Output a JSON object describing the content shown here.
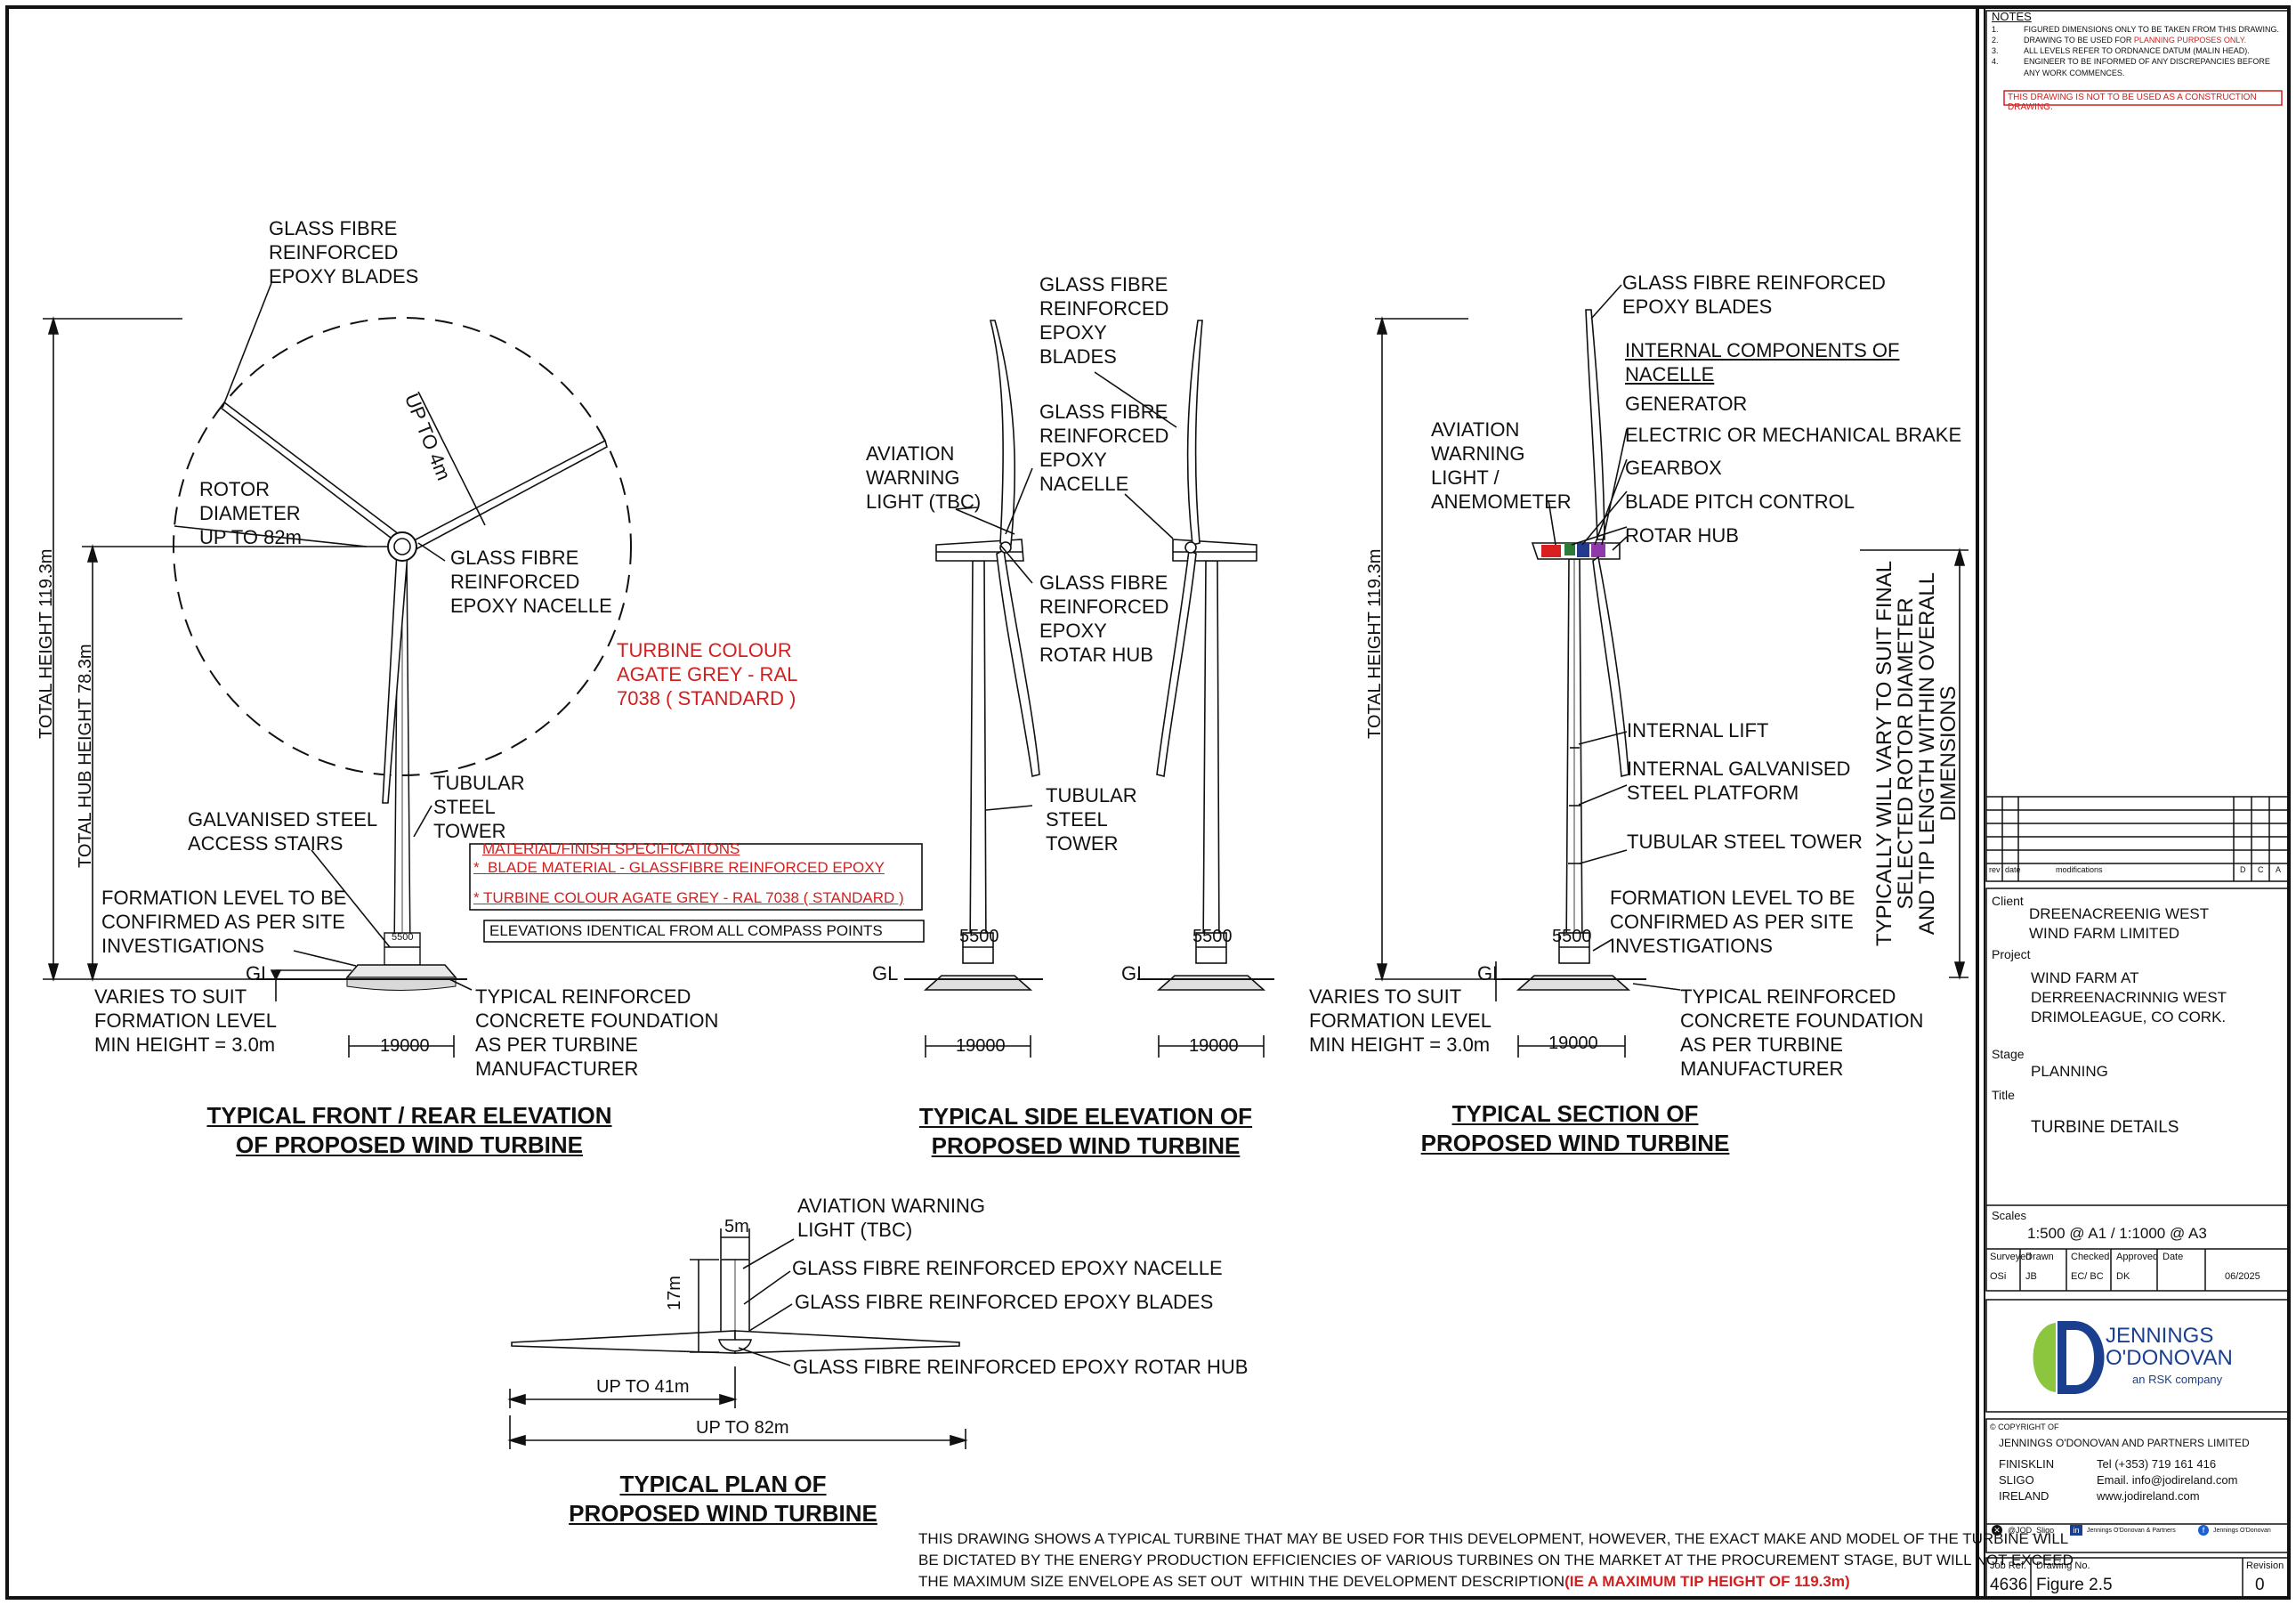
{
  "colors": {
    "line": "#111111",
    "annotation_red": "#d21f1f",
    "logo_blue": "#1b3f8f",
    "logo_green": "#8cc63f"
  },
  "front_view": {
    "title_line1": "TYPICAL FRONT / REAR ELEVATION",
    "title_line2": "OF PROPOSED WIND TURBINE",
    "blades_label": "GLASS FIBRE\nREINFORCED\nEPOXY BLADES",
    "rotor_diameter": "ROTOR\nDIAMETER\nUP TO 82m",
    "up_to_4m": "UP TO 4m",
    "nacelle_label": "GLASS FIBRE\nREINFORCED\nEPOXY NACELLE",
    "turbine_colour": "TURBINE COLOUR\nAGATE GREY - RAL\n7038 ( STANDARD )",
    "tower_label": "TUBULAR\nSTEEL\nTOWER",
    "stairs_label": "GALVANISED STEEL\nACCESS STAIRS",
    "formation_label": "FORMATION LEVEL TO BE\nCONFIRMED AS PER SITE\nINVESTIGATIONS",
    "gl": "GL",
    "varies_label": "VARIES TO SUIT\nFORMATION LEVEL\nMIN HEIGHT = 3.0m",
    "foundation_label": "TYPICAL REINFORCED\nCONCRETE FOUNDATION\nAS PER TURBINE\nMANUFACTURER",
    "dim_5500": "5500",
    "dim_19000": "19000",
    "total_height": "TOTAL HEIGHT 119.3m",
    "hub_height": "TOTAL HUB HEIGHT 78.3m"
  },
  "spec_box": {
    "line1": "MATERIAL/FINISH SPECIFICATIONS",
    "line2": "*  BLADE MATERIAL - GLASSFIBRE REINFORCED EPOXY",
    "line3": "* TURBINE COLOUR AGATE GREY - RAL 7038 ( STANDARD )",
    "elevations": "ELEVATIONS IDENTICAL FROM ALL COMPASS POINTS"
  },
  "side_view": {
    "title_line1": "TYPICAL SIDE ELEVATION OF",
    "title_line2": "PROPOSED WIND TURBINE",
    "blades_label": "GLASS FIBRE\nREINFORCED\nEPOXY\nBLADES",
    "nacelle_label": "GLASS FIBRE\nREINFORCED\nEPOXY\nNACELLE",
    "aviation_label": "AVIATION\nWARNING\nLIGHT (TBC)",
    "hub_label": "GLASS FIBRE\nREINFORCED\nEPOXY\nROTAR HUB",
    "tower_label": "TUBULAR\nSTEEL\nTOWER",
    "dim_5500": "5500",
    "dim_19000": "19000",
    "gl": "GL"
  },
  "section_view": {
    "title_line1": "TYPICAL SECTION OF",
    "title_line2": "PROPOSED WIND TURBINE",
    "blades_label": "GLASS FIBRE REINFORCED\nEPOXY BLADES",
    "internal_components": "INTERNAL COMPONENTS OF\nNACELLE",
    "generator": "GENERATOR",
    "brake": "ELECTRIC OR MECHANICAL BRAKE",
    "gearbox": "GEARBOX",
    "pitch": "BLADE PITCH CONTROL",
    "rotar_hub": "ROTAR HUB",
    "aviation_label": "AVIATION\nWARNING\nLIGHT /\nANEMOMETER",
    "lift": "INTERNAL LIFT",
    "platform": "INTERNAL GALVANISED\nSTEEL PLATFORM",
    "tower": "TUBULAR STEEL TOWER",
    "formation_label": "FORMATION LEVEL TO BE\nCONFIRMED AS PER SITE\nINVESTIGATIONS",
    "varies_label": "VARIES TO SUIT\nFORMATION LEVEL\nMIN HEIGHT = 3.0m",
    "foundation_label": "TYPICAL REINFORCED\nCONCRETE FOUNDATION\nAS PER TURBINE\nMANUFACTURER",
    "typically": "TYPICALLY WILL VARY TO SUIT FINAL\nSELECTED ROTOR DIAMETER\nAND TIP LENGTH WITHIN OVERALL\nDIMENSIONS",
    "total_height": "TOTAL HEIGHT 119.3m",
    "dim_5500": "5500",
    "dim_19000": "19000",
    "gl": "GL"
  },
  "plan_view": {
    "title_line1": "TYPICAL PLAN OF",
    "title_line2": "PROPOSED WIND TURBINE",
    "aviation_label": "AVIATION WARNING\nLIGHT (TBC)",
    "nacelle_label": "GLASS FIBRE REINFORCED EPOXY NACELLE",
    "blades_label": "GLASS FIBRE REINFORCED EPOXY BLADES",
    "hub_label": "GLASS FIBRE REINFORCED EPOXY ROTAR HUB",
    "dim_5m": "5m",
    "dim_17m": "17m",
    "dim_41m": "UP TO 41m",
    "dim_82m": "UP TO 82m"
  },
  "disclaimer": {
    "text": "THIS DRAWING SHOWS A TYPICAL TURBINE THAT MAY BE USED FOR THIS DEVELOPMENT, HOWEVER, THE EXACT MAKE AND MODEL OF THE TURBINE WILL\nBE DICTATED BY THE ENERGY PRODUCTION EFFICIENCIES OF VARIOUS TURBINES ON THE MARKET AT THE PROCUREMENT STAGE, BUT WILL NOT EXCEED\nTHE MAXIMUM SIZE ENVELOPE AS SET OUT  WITHIN THE DEVELOPMENT DESCRIPTION",
    "red_part": "(IE A MAXIMUM TIP HEIGHT OF 119.3m)"
  },
  "title_block": {
    "notes_heading": "NOTES",
    "notes": [
      {
        "num": "1.",
        "text": "FIGURED DIMENSIONS ONLY TO BE TAKEN FROM THIS DRAWING."
      },
      {
        "num": "2.",
        "text": "DRAWING TO BE USED FOR ",
        "red": "PLANNING PURPOSES ONLY."
      },
      {
        "num": "3.",
        "text": "ALL LEVELS REFER TO ORDNANCE DATUM (MALIN HEAD)."
      },
      {
        "num": "4.",
        "text": "ENGINEER TO BE INFORMED OF ANY DISCREPANCIES BEFORE\nANY WORK COMMENCES."
      }
    ],
    "warning": "THIS DRAWING IS  NOT TO BE USED AS A CONSTRUCTION DRAWING.",
    "rev_headers": [
      "rev",
      "date",
      "modifications",
      "D",
      "C",
      "A"
    ],
    "client_label": "Client",
    "client": "DREENACREENIG WEST\nWIND FARM LIMITED",
    "project_label": "Project",
    "project": "WIND FARM AT\nDERREENACRINNIG WEST\nDRIMOLEAGUE, CO CORK.",
    "stage_label": "Stage",
    "stage": "PLANNING",
    "title_label": "Title",
    "title": "TURBINE DETAILS",
    "scales_label": "Scales",
    "scales": "1:500 @ A1  /  1:1000 @ A3",
    "sign_headers": [
      "Surveyed",
      "Drawn",
      "Checked",
      "Approved",
      "Date"
    ],
    "sign_values": [
      "OSi",
      "JB",
      "EC/ BC",
      "DK",
      "06/2025"
    ],
    "logo_line1": "JENNINGS",
    "logo_line2": "O'DONOVAN",
    "logo_line3": "an RSK company",
    "copyright": "© COPYRIGHT OF",
    "company": "JENNINGS O'DONOVAN AND PARTNERS LIMITED",
    "address": "FINISKLIN\nSLIGO\nIRELAND",
    "contact": "Tel (+353) 719 161 416\nEmail. info@jodireland.com\nwww.jodireland.com",
    "social": [
      "@JOD_Sligo",
      "Jennings O'Donovan & Partners",
      "Jennings O'Donovan"
    ],
    "job_ref_label": "Job Ref.",
    "job_ref": "4636",
    "drawing_no_label": "Drawing No.",
    "drawing_no": "Figure 2.5",
    "revision_label": "Revision",
    "revision": "0"
  }
}
